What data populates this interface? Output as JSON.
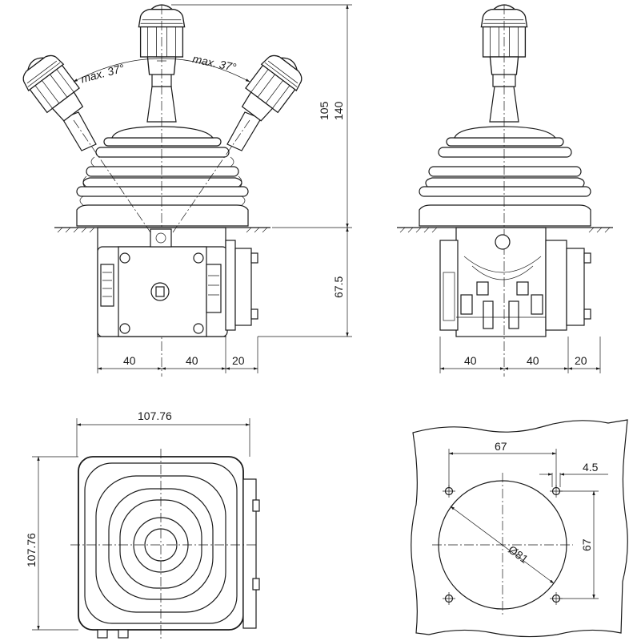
{
  "side_view": {
    "angle_left": "max. 37°",
    "angle_right": "max. 37°",
    "height_105": "105",
    "height_140": "140",
    "height_67_5": "67.5",
    "width_left": "40",
    "width_mid": "40",
    "width_right": "20"
  },
  "front_view": {
    "width_left": "40",
    "width_mid": "40",
    "width_right": "20"
  },
  "top_view": {
    "width": "107.76",
    "height": "107.76"
  },
  "cutout": {
    "hole_spacing_x": "67",
    "hole_spacing_y": "67",
    "hole_diameter": "4.5",
    "diameter": "Ø81"
  },
  "colors": {
    "line": "#1a1a1a",
    "background": "#ffffff"
  }
}
